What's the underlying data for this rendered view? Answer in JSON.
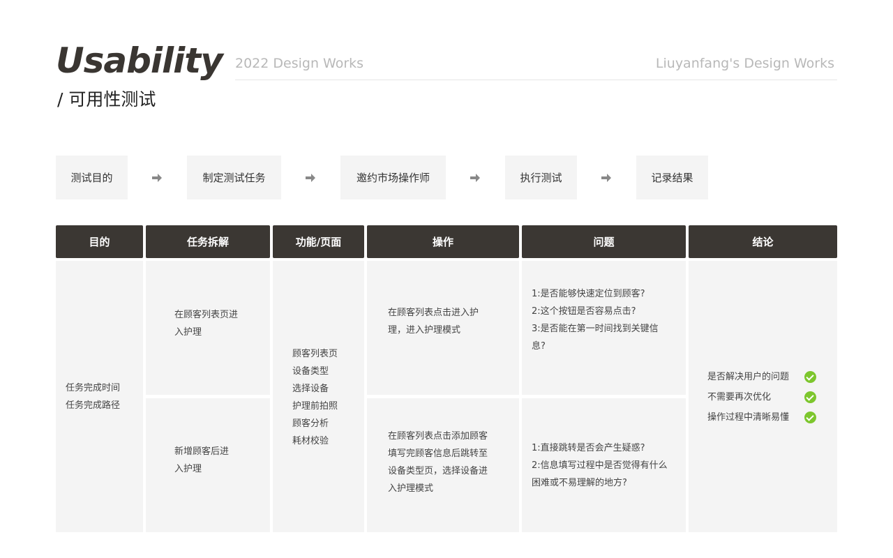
{
  "header": {
    "title": "Usability",
    "subtitle": "/ 可用性测试",
    "left_caption": "2022 Design Works",
    "right_caption": "Liuyanfang's Design Works"
  },
  "process": {
    "steps": [
      "测试目的",
      "制定测试任务",
      "邀约市场操作师",
      "执行测试",
      "记录结果"
    ],
    "arrow_icon": "arrow-right-icon"
  },
  "table": {
    "headers": [
      "目的",
      "任务拆解",
      "功能/页面",
      "操作",
      "问题",
      "结论"
    ],
    "purpose": [
      "任务完成时间",
      "任务完成路径"
    ],
    "tasks": [
      [
        "在顾客列表页进",
        "入护理"
      ],
      [
        "新增顾客后进",
        "入护理"
      ]
    ],
    "pages": [
      "顾客列表页",
      "设备类型",
      "选择设备",
      "护理前拍照",
      "顾客分析",
      "耗材校验"
    ],
    "operations": [
      [
        "在顾客列表点击进入护",
        "理，进入护理模式"
      ],
      [
        "在顾客列表点击添加顾客",
        "填写完顾客信息后跳转至",
        "设备类型页，选择设备进",
        "入护理模式"
      ]
    ],
    "questions": [
      [
        "1:是否能够快速定位到顾客?",
        "2:这个按钮是否容易点击?",
        "3:是否能在第一时间找到关键信",
        "息?"
      ],
      [
        "1:直接跳转是否会产生疑惑?",
        "2:信息填写过程中是否觉得有什么",
        "困难或不易理解的地方?"
      ]
    ],
    "conclusions": [
      "是否解决用户的问题",
      "不需要再次优化",
      "操作过程中清晰易懂"
    ]
  },
  "colors": {
    "header_bg": "#3b3733",
    "cell_bg": "#f4f4f4",
    "check_green": "#7dc62d",
    "caption_gray": "#b8b8b8"
  }
}
